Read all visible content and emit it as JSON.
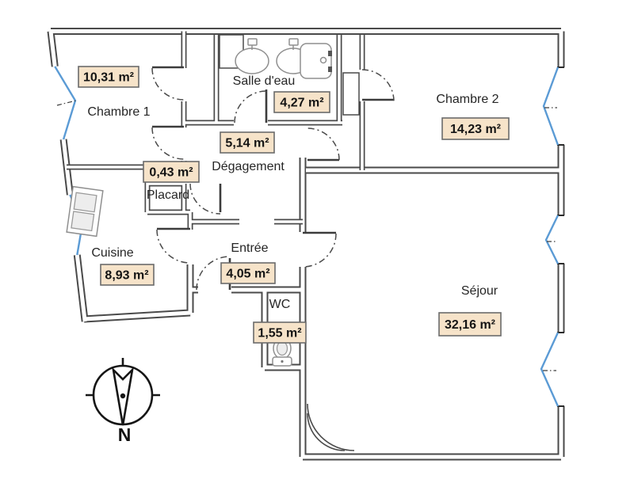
{
  "plan": {
    "rooms": [
      {
        "id": "chambre1",
        "name": "Chambre 1",
        "area": "10,31 m²"
      },
      {
        "id": "salle_deau",
        "name": "Salle d'eau",
        "area": "4,27 m²"
      },
      {
        "id": "chambre2",
        "name": "Chambre 2",
        "area": "14,23 m²"
      },
      {
        "id": "degagement",
        "name": "Dégagement",
        "area": "5,14 m²"
      },
      {
        "id": "placard",
        "name": "Placard",
        "area": "0,43 m²"
      },
      {
        "id": "cuisine",
        "name": "Cuisine",
        "area": "8,93 m²"
      },
      {
        "id": "entree",
        "name": "Entrée",
        "area": "4,05 m²"
      },
      {
        "id": "wc",
        "name": "WC",
        "area": "1,55 m²"
      },
      {
        "id": "sejour",
        "name": "Séjour",
        "area": "32,16 m²"
      }
    ],
    "compass": {
      "label": "N"
    },
    "colors": {
      "wall": "#4a4a4a",
      "window": "#5b9bd5",
      "badge_fill": "#f6e3c9",
      "badge_border": "#6b6b6b",
      "fixture": "#8f8f8f"
    }
  }
}
